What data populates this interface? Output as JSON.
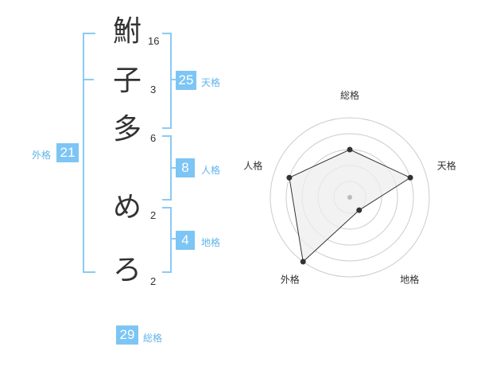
{
  "name_chars": [
    {
      "char": "鮒",
      "strokes": "16"
    },
    {
      "char": "子",
      "strokes": "3"
    },
    {
      "char": "多",
      "strokes": "6"
    },
    {
      "char": "め",
      "strokes": "2"
    },
    {
      "char": "ろ",
      "strokes": "2"
    }
  ],
  "kaku": {
    "tenkaku": {
      "value": "25",
      "label": "天格"
    },
    "jinkaku": {
      "value": "8",
      "label": "人格"
    },
    "chikaku": {
      "value": "4",
      "label": "地格"
    },
    "gaikaku": {
      "value": "21",
      "label": "外格"
    },
    "soukaku": {
      "value": "29",
      "label": "総格"
    }
  },
  "chart_data": {
    "type": "radar",
    "axes": [
      "総格",
      "天格",
      "地格",
      "外格",
      "人格"
    ],
    "values": [
      3,
      4,
      1,
      5,
      4
    ],
    "rmax": 5,
    "rings": 5,
    "colors": {
      "fill": "#eeeeee",
      "stroke": "#333333",
      "ring": "#cccccc",
      "center": "#bbbbbb"
    }
  }
}
